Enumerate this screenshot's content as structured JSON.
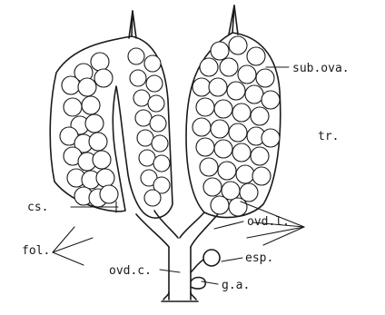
{
  "figure": {
    "labels": {
      "cs": "cs.",
      "fol": "fol.",
      "sub_ova": "sub.ova.",
      "tr": "tr.",
      "ovd_l": "ovd.l.",
      "esp": "esp.",
      "ovd_c": "ovd.c.",
      "g_a": "g.a."
    }
  }
}
